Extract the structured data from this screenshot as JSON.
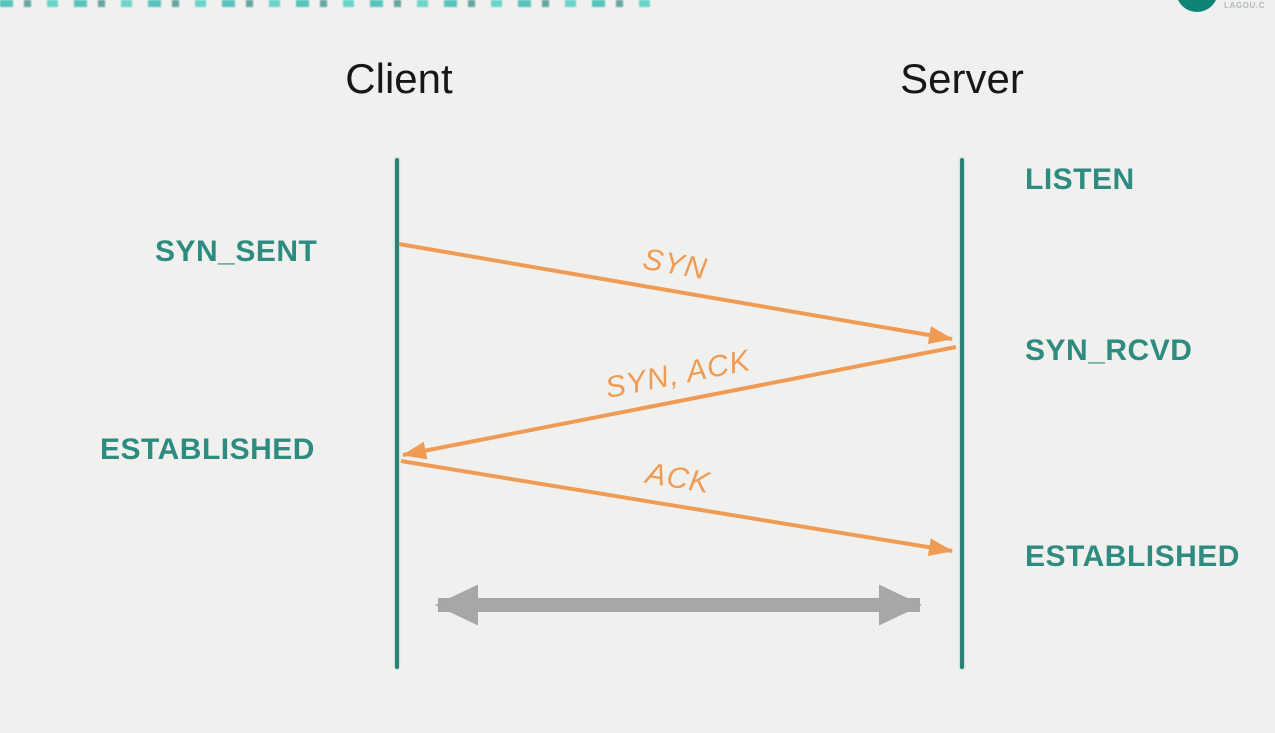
{
  "colors": {
    "bg": "#f0f0ee",
    "teal": "#2e8b80",
    "lifeline": "#2e7f74",
    "orange": "#f09b54",
    "gray": "#a7a7a7",
    "text": "#171717",
    "logoCircle": "#0f8376",
    "logoText": "#b2bab8"
  },
  "logo": {
    "text": "LAGOU.C"
  },
  "diagram": {
    "client": {
      "label": "Client",
      "states": [
        {
          "label": "SYN_SENT"
        },
        {
          "label": "ESTABLISHED"
        }
      ]
    },
    "server": {
      "label": "Server",
      "states": [
        {
          "label": "LISTEN"
        },
        {
          "label": "SYN_RCVD"
        },
        {
          "label": "ESTABLISHED"
        }
      ]
    },
    "messages": [
      {
        "label": "SYN",
        "from": "Client",
        "to": "Server"
      },
      {
        "label": "SYN, ACK",
        "from": "Server",
        "to": "Client"
      },
      {
        "label": "ACK",
        "from": "Client",
        "to": "Server"
      }
    ]
  }
}
